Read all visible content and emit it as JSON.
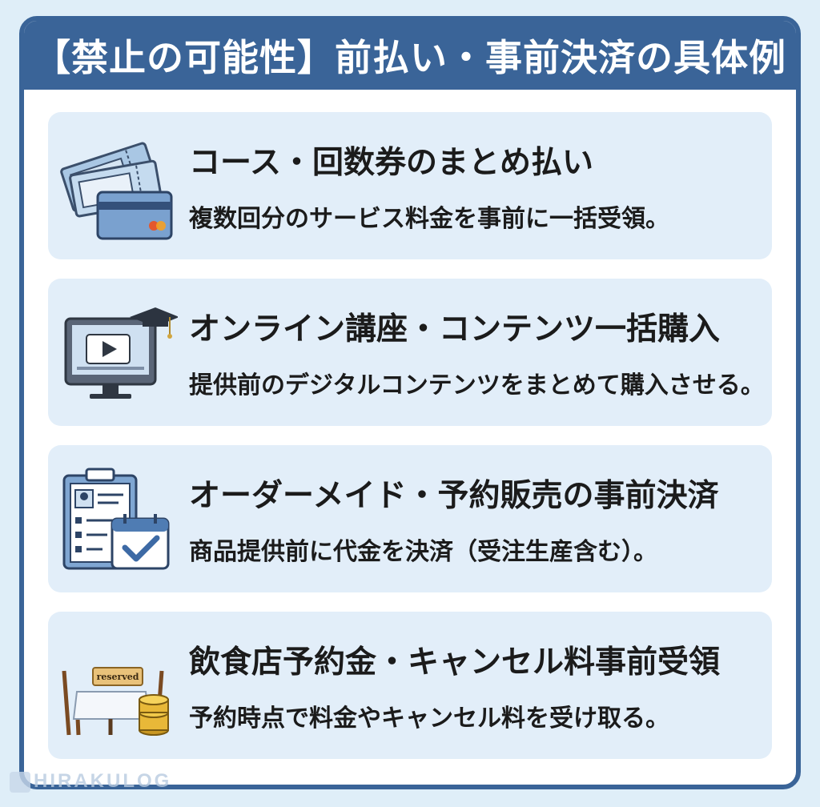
{
  "header": {
    "title": "【禁止の可能性】前払い・事前決済の具体例"
  },
  "cards": [
    {
      "title": "コース・回数券のまとめ払い",
      "desc": "複数回分のサービス料金を事前に一括受領。",
      "icon": "tickets-card-icon"
    },
    {
      "title": "オンライン講座・コンテンツ一括購入",
      "desc": "提供前のデジタルコンテンツをまとめて購入させる。",
      "icon": "online-course-icon"
    },
    {
      "title": "オーダーメイド・予約販売の事前決済",
      "desc": "商品提供前に代金を決済（受注生産含む）。",
      "icon": "clipboard-calendar-icon"
    },
    {
      "title": "飲食店予約金・キャンセル料事前受領",
      "desc": "予約時点で料金やキャンセル料を受け取る。",
      "icon": "reserved-table-icon",
      "sign_text": "reserved"
    }
  ],
  "watermark": {
    "brand": "HIRAKULOG"
  },
  "colors": {
    "header": "#3a6498",
    "card": "#e2eef9",
    "page": "#dfeef8"
  }
}
